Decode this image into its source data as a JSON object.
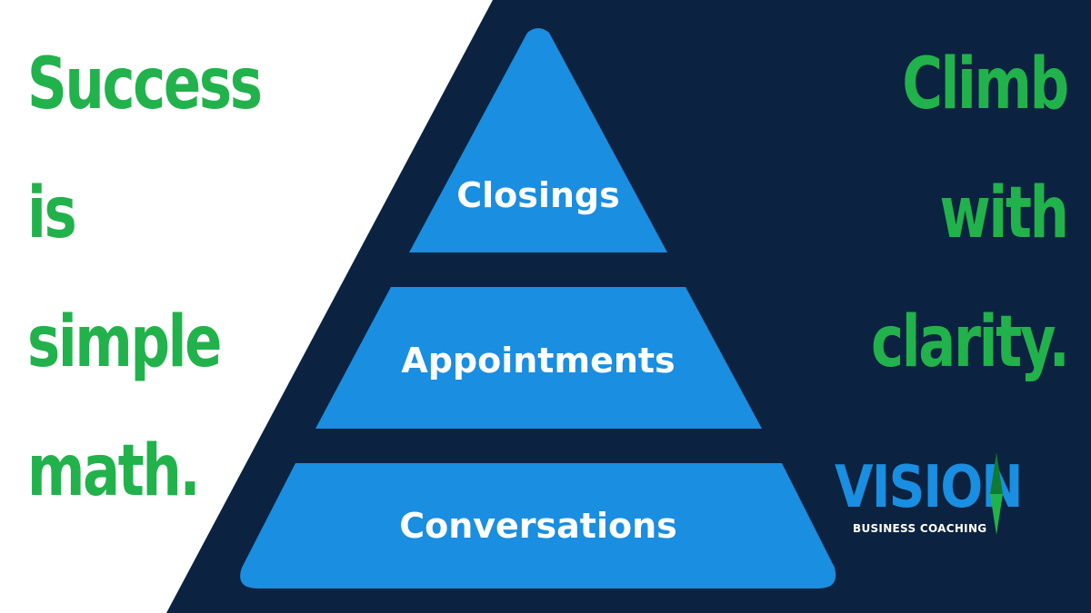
{
  "colors": {
    "background_light": "#ffffff",
    "background_dark": "#0b2340",
    "pyramid_fill": "#1a8ee0",
    "headline_green": "#22b24c",
    "logo_blue": "#1a8ee0",
    "logo_sub": "#ffffff"
  },
  "left_headline": {
    "lines": [
      "Success",
      "is",
      "simple",
      "math."
    ]
  },
  "right_headline": {
    "lines": [
      "Climb",
      "with",
      "clarity."
    ]
  },
  "pyramid": {
    "tiers": [
      {
        "label": "Closings"
      },
      {
        "label": "Appointments"
      },
      {
        "label": "Conversations"
      }
    ]
  },
  "logo": {
    "word": "VISION",
    "subtitle": "BUSINESS COACHING",
    "icon": "compass-needle-icon"
  }
}
